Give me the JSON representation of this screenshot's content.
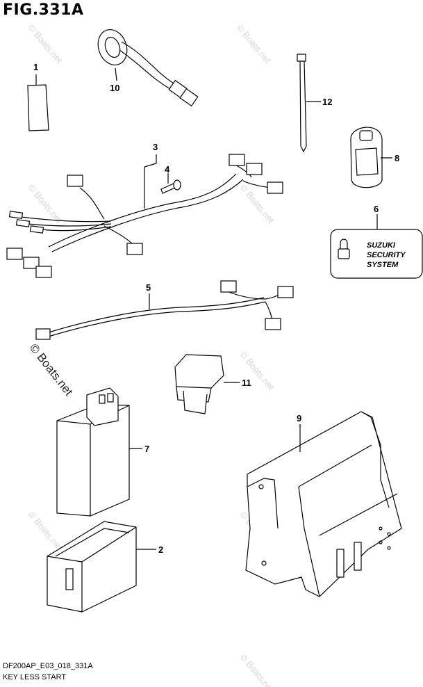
{
  "figure": {
    "title": "FIG.331A"
  },
  "footer": {
    "code": "DF200AP_E03_018_331A",
    "caption": "KEY LESS START"
  },
  "parts": [
    {
      "ref": "1"
    },
    {
      "ref": "2"
    },
    {
      "ref": "3"
    },
    {
      "ref": "4"
    },
    {
      "ref": "5"
    },
    {
      "ref": "6"
    },
    {
      "ref": "7"
    },
    {
      "ref": "8"
    },
    {
      "ref": "9"
    },
    {
      "ref": "10"
    },
    {
      "ref": "11"
    },
    {
      "ref": "12"
    }
  ],
  "security_label": {
    "line1": "SUZUKI",
    "line2": "SECURITY",
    "line3": "SYSTEM"
  },
  "watermark": {
    "text": "© Boats.net"
  }
}
